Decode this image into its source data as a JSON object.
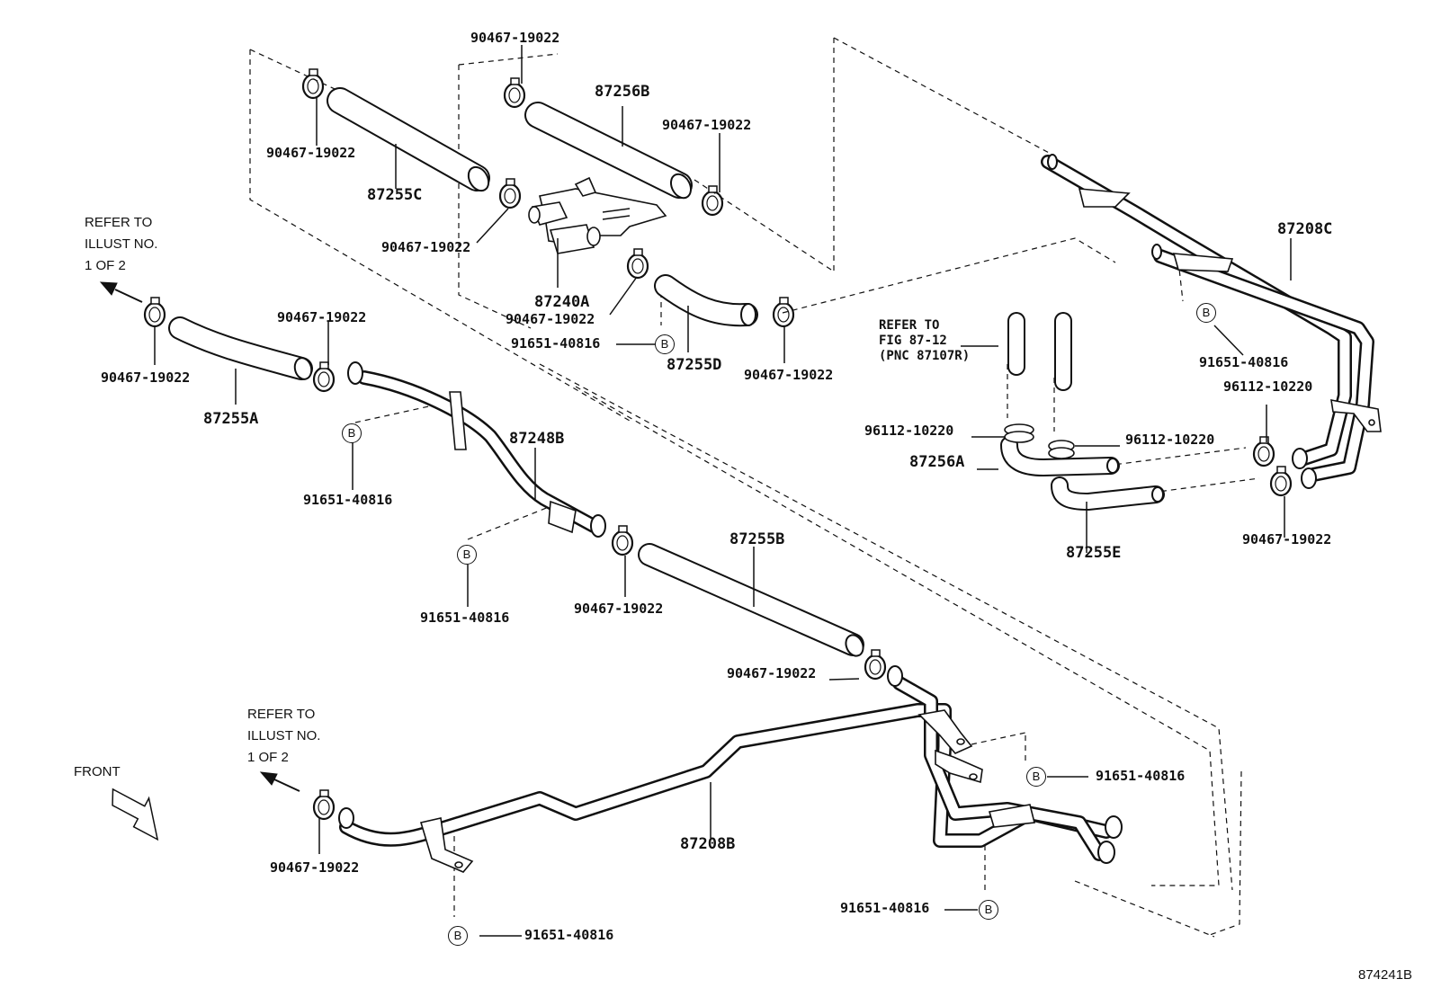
{
  "diagram": {
    "illustration_code": "874241B",
    "front_label": "FRONT",
    "bolt_marker": "B",
    "refer_illust": [
      "REFER TO",
      "ILLUST NO.",
      "1 OF 2"
    ],
    "refer_fig": [
      "REFER TO",
      "FIG 87-12",
      "(PNC 87107R)"
    ]
  },
  "parts": {
    "clamp": "90467-19022",
    "bolt": "91651-40816",
    "clip": "96112-10220",
    "hose_87255A": "87255A",
    "hose_87255B": "87255B",
    "hose_87255C": "87255C",
    "hose_87255D": "87255D",
    "hose_87255E": "87255E",
    "hose_87256A": "87256A",
    "hose_87256B": "87256B",
    "pipe_87208B": "87208B",
    "pipe_87208C": "87208C",
    "pipe_87248B": "87248B",
    "valve_87240A": "87240A"
  }
}
